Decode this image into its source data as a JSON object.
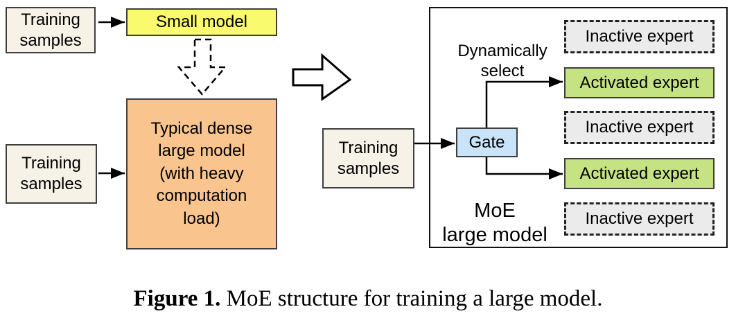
{
  "colors": {
    "samples_fill": "#F6F2E7",
    "small_model_fill": "#FAFA6E",
    "dense_model_fill": "#F9C48E",
    "gate_fill": "#C9E3F9",
    "activated_fill": "#C5E383",
    "inactive_fill": "#EBEBEB",
    "border_dark": "#3E3E3E"
  },
  "left": {
    "training_samples_top": "Training\nsamples",
    "small_model": "Small model",
    "training_samples_bottom": "Training\nsamples",
    "dense_model": "Typical dense\nlarge model\n(with heavy\ncomputation\nload)"
  },
  "middle": {
    "training_samples": "Training\nsamples"
  },
  "moe": {
    "dynamically_select": "Dynamically\nselect",
    "gate": "Gate",
    "label": "MoE\nlarge model",
    "experts": [
      {
        "type": "inactive",
        "label": "Inactive expert"
      },
      {
        "type": "activated",
        "label": "Activated expert"
      },
      {
        "type": "inactive",
        "label": "Inactive expert"
      },
      {
        "type": "activated",
        "label": "Activated expert"
      },
      {
        "type": "inactive",
        "label": "Inactive expert"
      }
    ]
  },
  "caption": {
    "label": "Figure 1.",
    "text": " MoE structure for training a large model."
  }
}
